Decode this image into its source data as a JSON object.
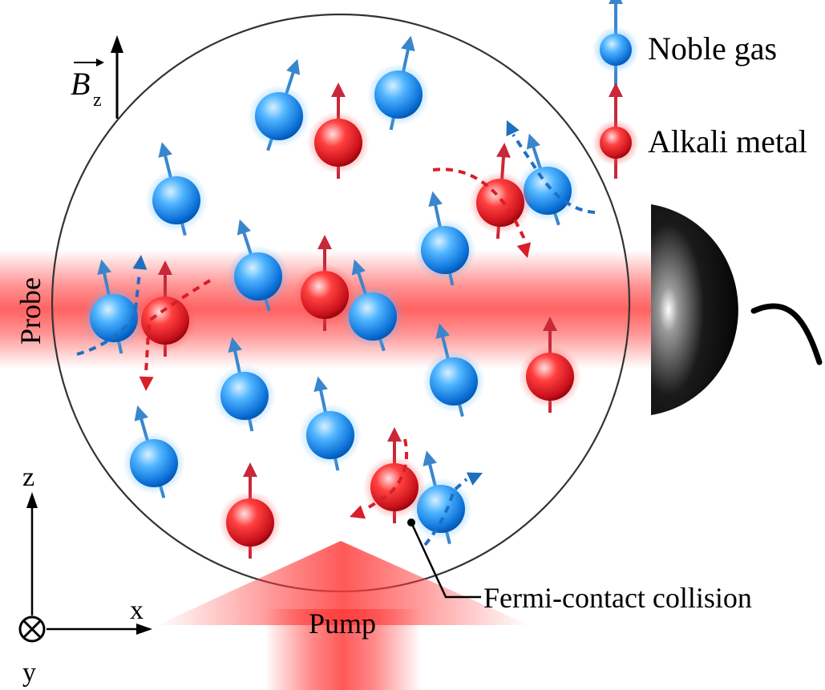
{
  "legend": {
    "noble_gas": "Noble gas",
    "alkali_metal": "Alkali metal"
  },
  "labels": {
    "probe": "Probe",
    "pump": "Pump",
    "field_symbol": "B",
    "field_subscript": "z",
    "collision": "Fermi-contact collision"
  },
  "axes": {
    "z": "z",
    "x": "x",
    "y": "y"
  },
  "colors": {
    "noble_gas": "#1e8ce8",
    "alkali_metal": "#e01e1e",
    "beam": "#ff3b3b",
    "detector": "#0a0a0a"
  }
}
